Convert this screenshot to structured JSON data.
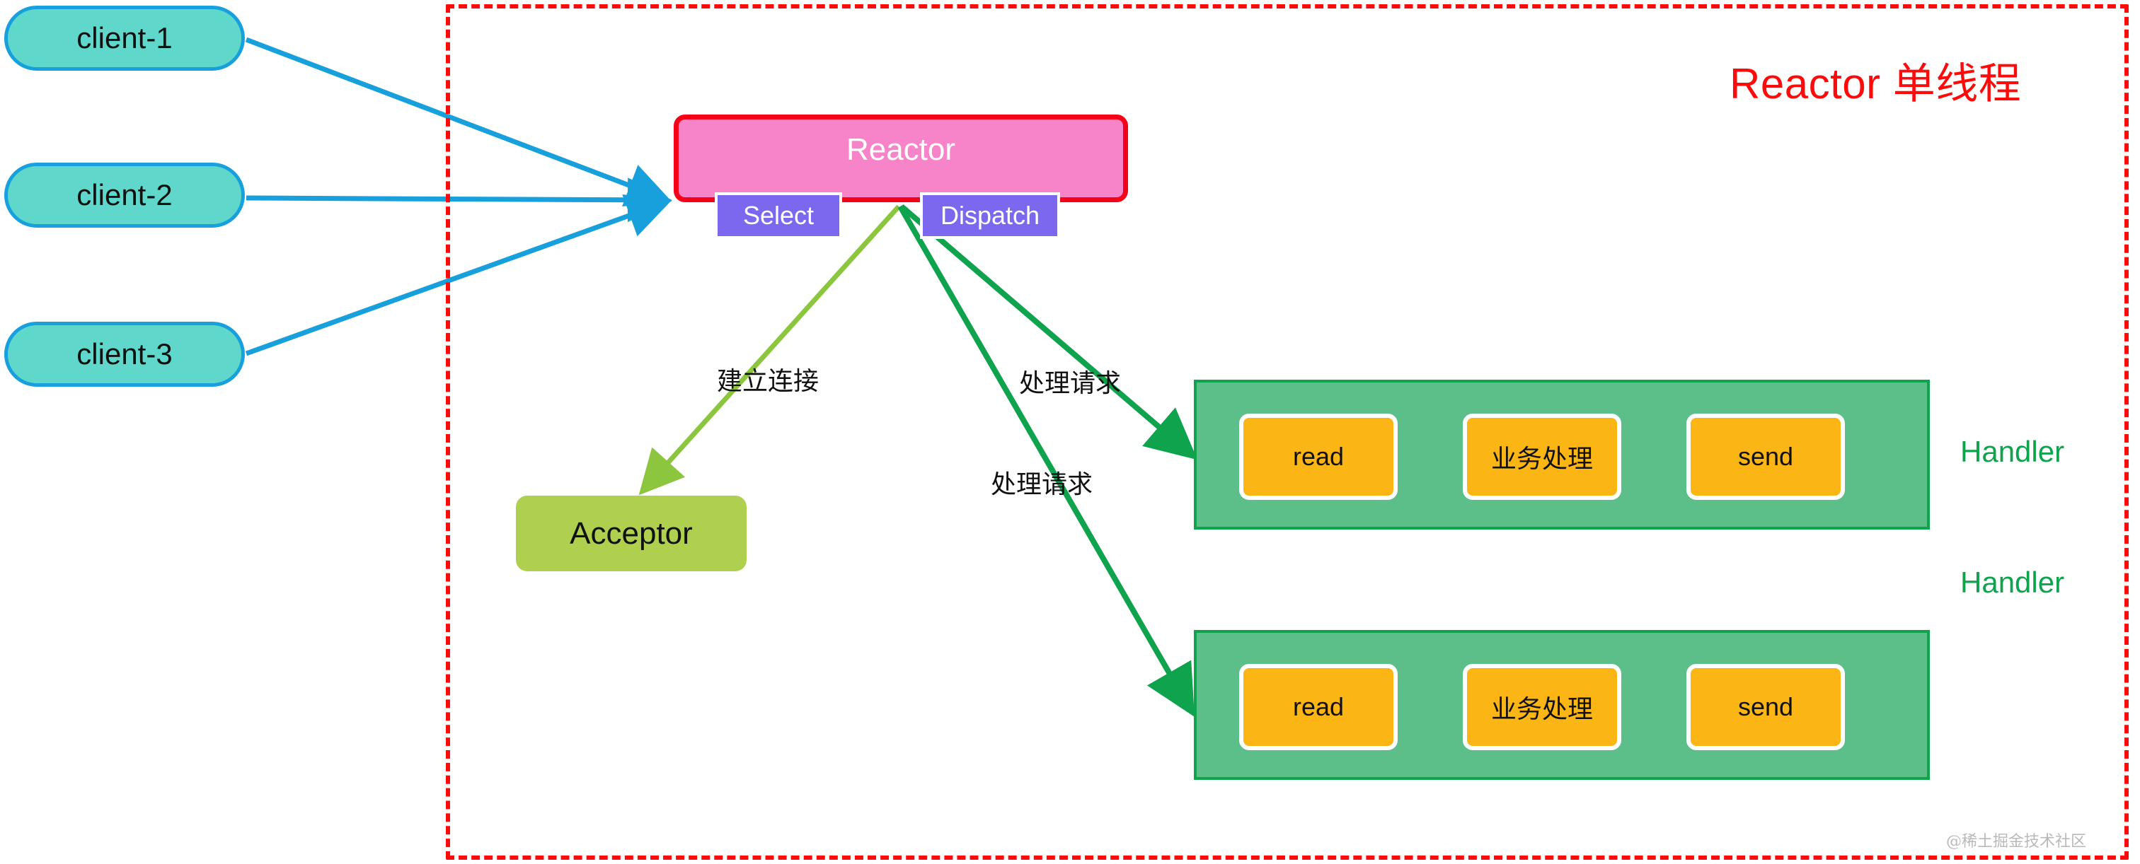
{
  "diagram": {
    "title": "Reactor 单线程",
    "title_color": "#FF0A0A",
    "watermark": "@稀土掘金技术社区"
  },
  "clients": [
    {
      "label": "client-1"
    },
    {
      "label": "client-2"
    },
    {
      "label": "client-3"
    }
  ],
  "reactor": {
    "label": "Reactor",
    "fill": "#F784C8",
    "border": "#F4021A",
    "sub_boxes": [
      {
        "label": "Select",
        "fill": "#7B68EE"
      },
      {
        "label": "Dispatch",
        "fill": "#7B68EE"
      }
    ]
  },
  "acceptor": {
    "label": "Acceptor",
    "fill": "#AED04E"
  },
  "handlers": [
    {
      "side_label": "Handler",
      "fill": "#5CBE89",
      "stages": [
        {
          "label": "read"
        },
        {
          "label": "业务处理"
        },
        {
          "label": "send"
        }
      ]
    },
    {
      "side_label": "Handler",
      "fill": "#5CBE89",
      "stages": [
        {
          "label": "read"
        },
        {
          "label": "业务处理"
        },
        {
          "label": "send"
        }
      ]
    }
  ],
  "edge_labels": {
    "connect": "建立连接",
    "request_1": "处理请求",
    "request_2": "处理请求"
  },
  "colors": {
    "client_fill": "#5FD8CB",
    "client_border": "#17A0DC",
    "client_arrow": "#17A0DC",
    "accept_arrow": "#8CC63E",
    "dispatch_arrow": "#0FA34E",
    "handler_stage_fill": "#FBB615",
    "region_dash": "#FF0A0A"
  }
}
